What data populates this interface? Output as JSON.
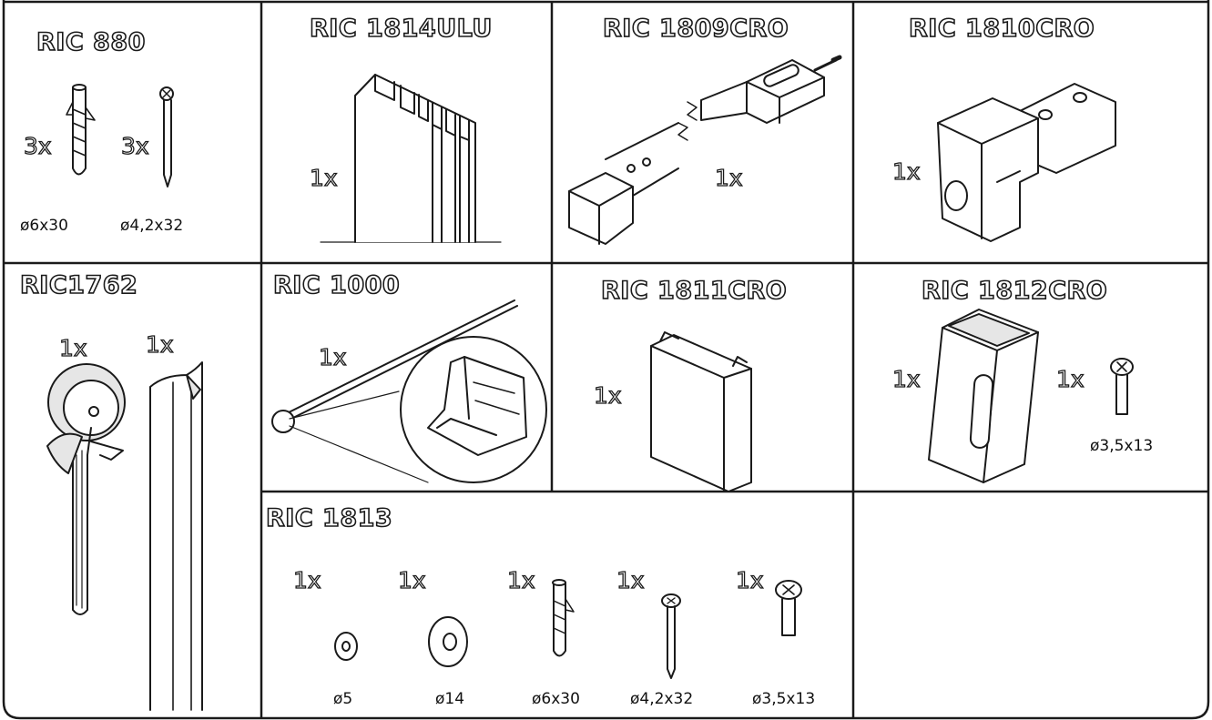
{
  "cells": [
    {
      "code": "RIC 880",
      "quantities": [
        "3x",
        "3x"
      ],
      "dims": [
        "ø6x30",
        "ø4,2x32"
      ]
    },
    {
      "code": "RIC 1814ULU",
      "quantities": [
        "1x"
      ]
    },
    {
      "code": "RIC 1809CRO",
      "quantities": [
        "1x"
      ]
    },
    {
      "code": "RIC 1810CRO",
      "quantities": [
        "1x"
      ]
    },
    {
      "code": "RIC1762",
      "quantities": [
        "1x",
        "1x"
      ]
    },
    {
      "code": "RIC 1000",
      "quantities": [
        "1x"
      ]
    },
    {
      "code": "RIC 1811CRO",
      "quantities": [
        "1x"
      ]
    },
    {
      "code": "RIC 1812CRO",
      "quantities": [
        "1x",
        "1x"
      ],
      "dims": [
        "ø3,5x13"
      ]
    },
    {
      "code": "RIC 1813",
      "quantities": [
        "1x",
        "1x",
        "1x",
        "1x",
        "1x"
      ],
      "dims": [
        "ø5",
        "ø14",
        "ø6x30",
        "ø4,2x32",
        "ø3,5x13"
      ]
    }
  ],
  "colors": {
    "line": "#1a1a1a",
    "background": "#ffffff",
    "fill_gray": "#e6e6e6"
  }
}
